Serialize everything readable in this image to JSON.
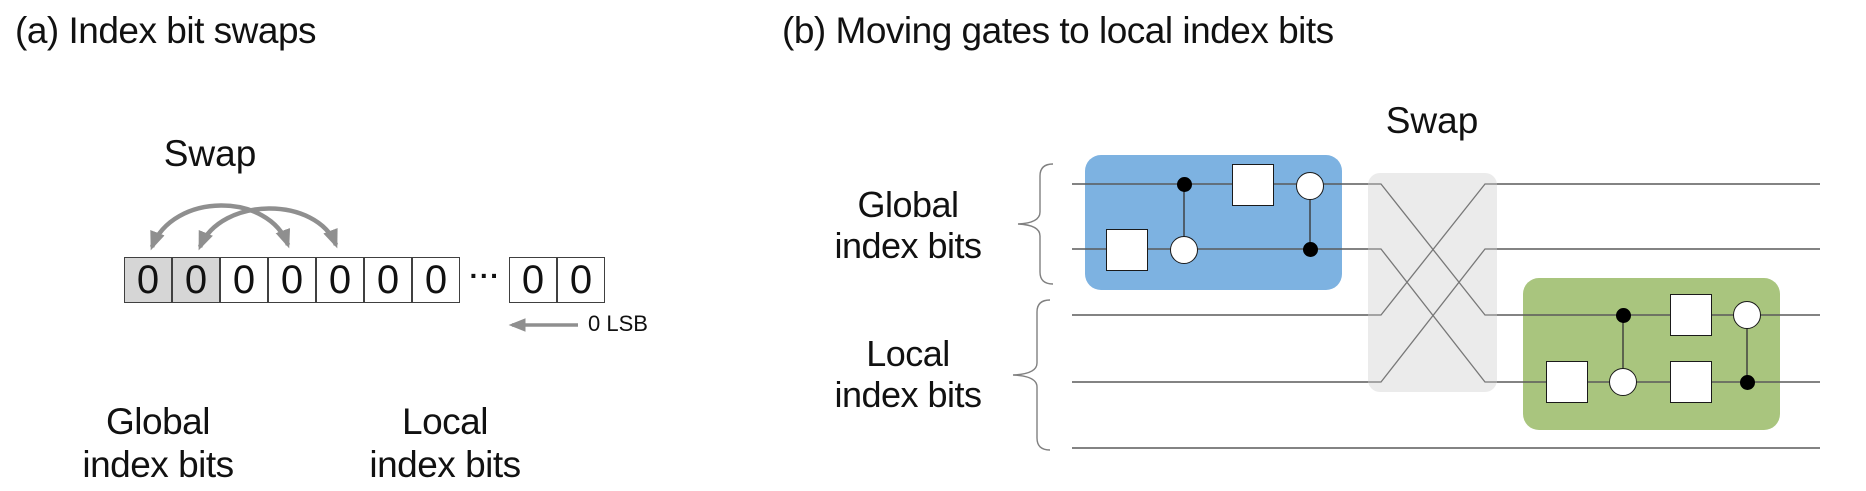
{
  "panel_a": {
    "title": "(a) Index bit swaps",
    "swap_label": "Swap",
    "cells": [
      "0",
      "0",
      "0",
      "0",
      "0",
      "0",
      "0"
    ],
    "cells_right": [
      "0",
      "0"
    ],
    "shaded_cell_indices": [
      0,
      1
    ],
    "swap_pairs": [
      [
        0,
        3
      ],
      [
        1,
        4
      ]
    ],
    "ellipsis": "···",
    "lsb_label": "0 LSB",
    "global_label_line1": "Global",
    "global_label_line2": "index bits",
    "local_label_line1": "Local",
    "local_label_line2": "index bits"
  },
  "panel_b": {
    "title": "(b) Moving gates to local index bits",
    "swap_label": "Swap",
    "global_label_line1": "Global",
    "global_label_line2": "index bits",
    "local_label_line1": "Local",
    "local_label_line2": "index bits",
    "wire_count": 5,
    "global_wires": [
      1,
      2
    ],
    "local_wires": [
      3,
      4,
      5
    ],
    "swap_crossings": [
      [
        1,
        3
      ],
      [
        2,
        4
      ]
    ],
    "global_gate_block": {
      "gates": [
        "square-on-wire2",
        "control-dot-wire1-to-open-circle-wire2",
        "square-on-wire1",
        "open-circle-wire1-to-control-dot-wire2"
      ]
    },
    "local_gate_block": {
      "gates": [
        "square-on-wire4",
        "control-dot-wire3-to-open-circle-wire4",
        "square-on-wire3",
        "square-on-wire4",
        "open-circle-wire3-to-control-dot-wire4"
      ]
    }
  },
  "colors": {
    "global_block_blue": "#7DB2E1",
    "local_block_green": "#A9C57E",
    "swap_block_gray": "#EBEBEB",
    "shaded_cell_gray": "#D6D6D6",
    "arrow_gray": "#8F8F8F",
    "wire_gray": "#5A5A5A",
    "text_black": "#111111"
  }
}
